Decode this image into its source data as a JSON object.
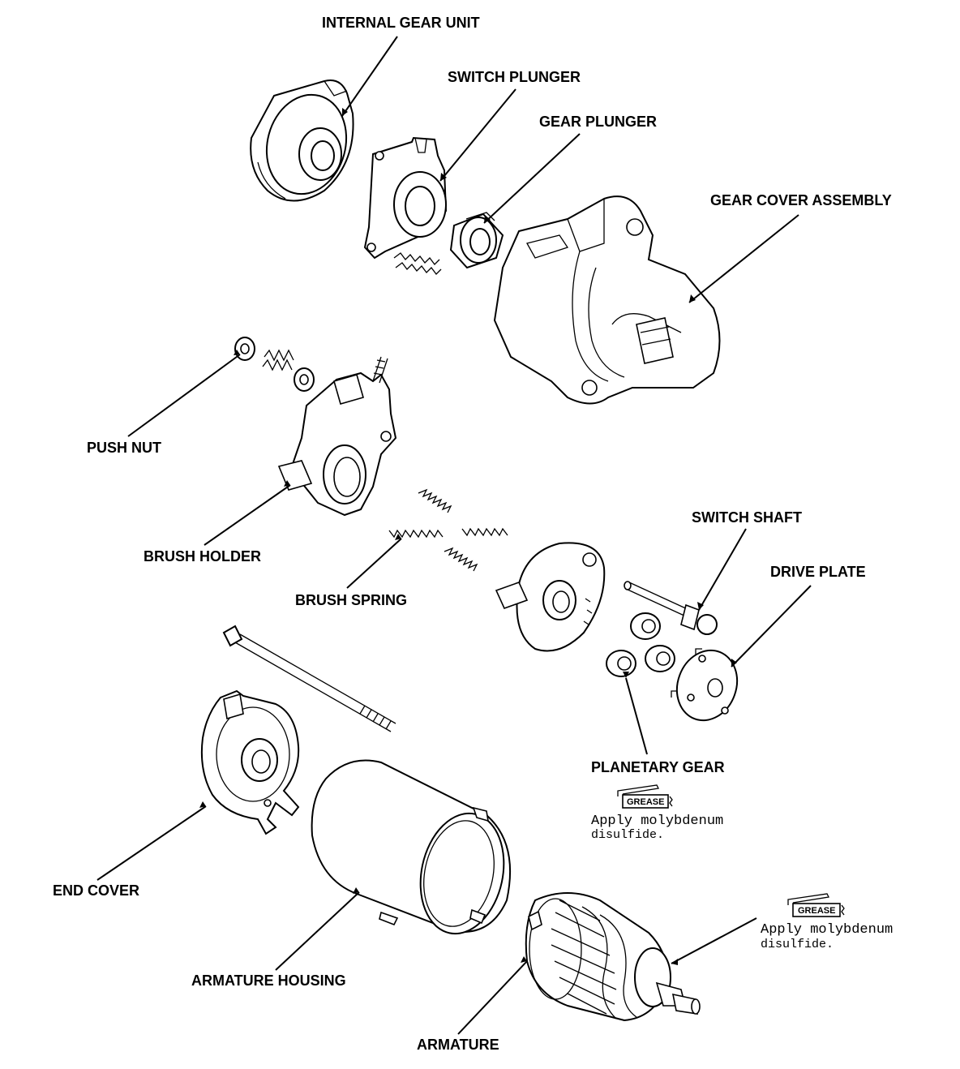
{
  "labels": {
    "internal_gear_unit": "INTERNAL GEAR UNIT",
    "switch_plunger": "SWITCH PLUNGER",
    "gear_plunger": "GEAR PLUNGER",
    "gear_cover_assembly": "GEAR COVER ASSEMBLY",
    "push_nut": "PUSH NUT",
    "brush_holder": "BRUSH HOLDER",
    "brush_spring": "BRUSH SPRING",
    "switch_shaft": "SWITCH SHAFT",
    "drive_plate": "DRIVE PLATE",
    "planetary_gear": "PLANETARY GEAR",
    "end_cover": "END COVER",
    "armature_housing": "ARMATURE HOUSING",
    "armature": "ARMATURE"
  },
  "grease_notes": [
    {
      "tag": "GREASE",
      "line1": "Apply molybdenum",
      "line2": "disulfide."
    },
    {
      "tag": "GREASE",
      "line1": "Apply molybdenum",
      "line2": "disulfide."
    }
  ]
}
